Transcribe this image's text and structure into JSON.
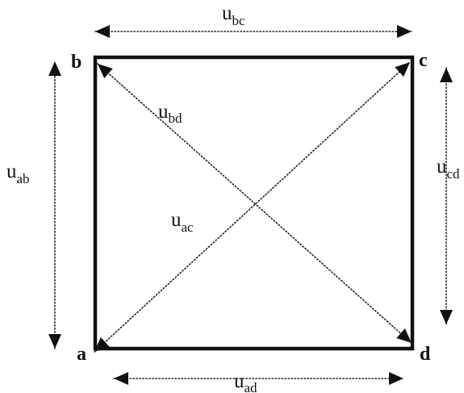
{
  "diagram": {
    "corners": {
      "a": "a",
      "b": "b",
      "c": "c",
      "d": "d"
    },
    "arrows": [
      {
        "id": "ab",
        "from": "a",
        "to": "b",
        "label": "u",
        "sub": "ab"
      },
      {
        "id": "bc",
        "from": "b",
        "to": "c",
        "label": "u",
        "sub": "bc"
      },
      {
        "id": "cd",
        "from": "c",
        "to": "d",
        "label": "u",
        "sub": "cd"
      },
      {
        "id": "ad",
        "from": "a",
        "to": "d",
        "label": "u",
        "sub": "ad"
      },
      {
        "id": "ac",
        "from": "a",
        "to": "c",
        "label": "u",
        "sub": "ac"
      },
      {
        "id": "bd",
        "from": "b",
        "to": "d",
        "label": "u",
        "sub": "bd"
      }
    ],
    "colors": {
      "ink": "#111111",
      "background": "#ffffff"
    }
  }
}
